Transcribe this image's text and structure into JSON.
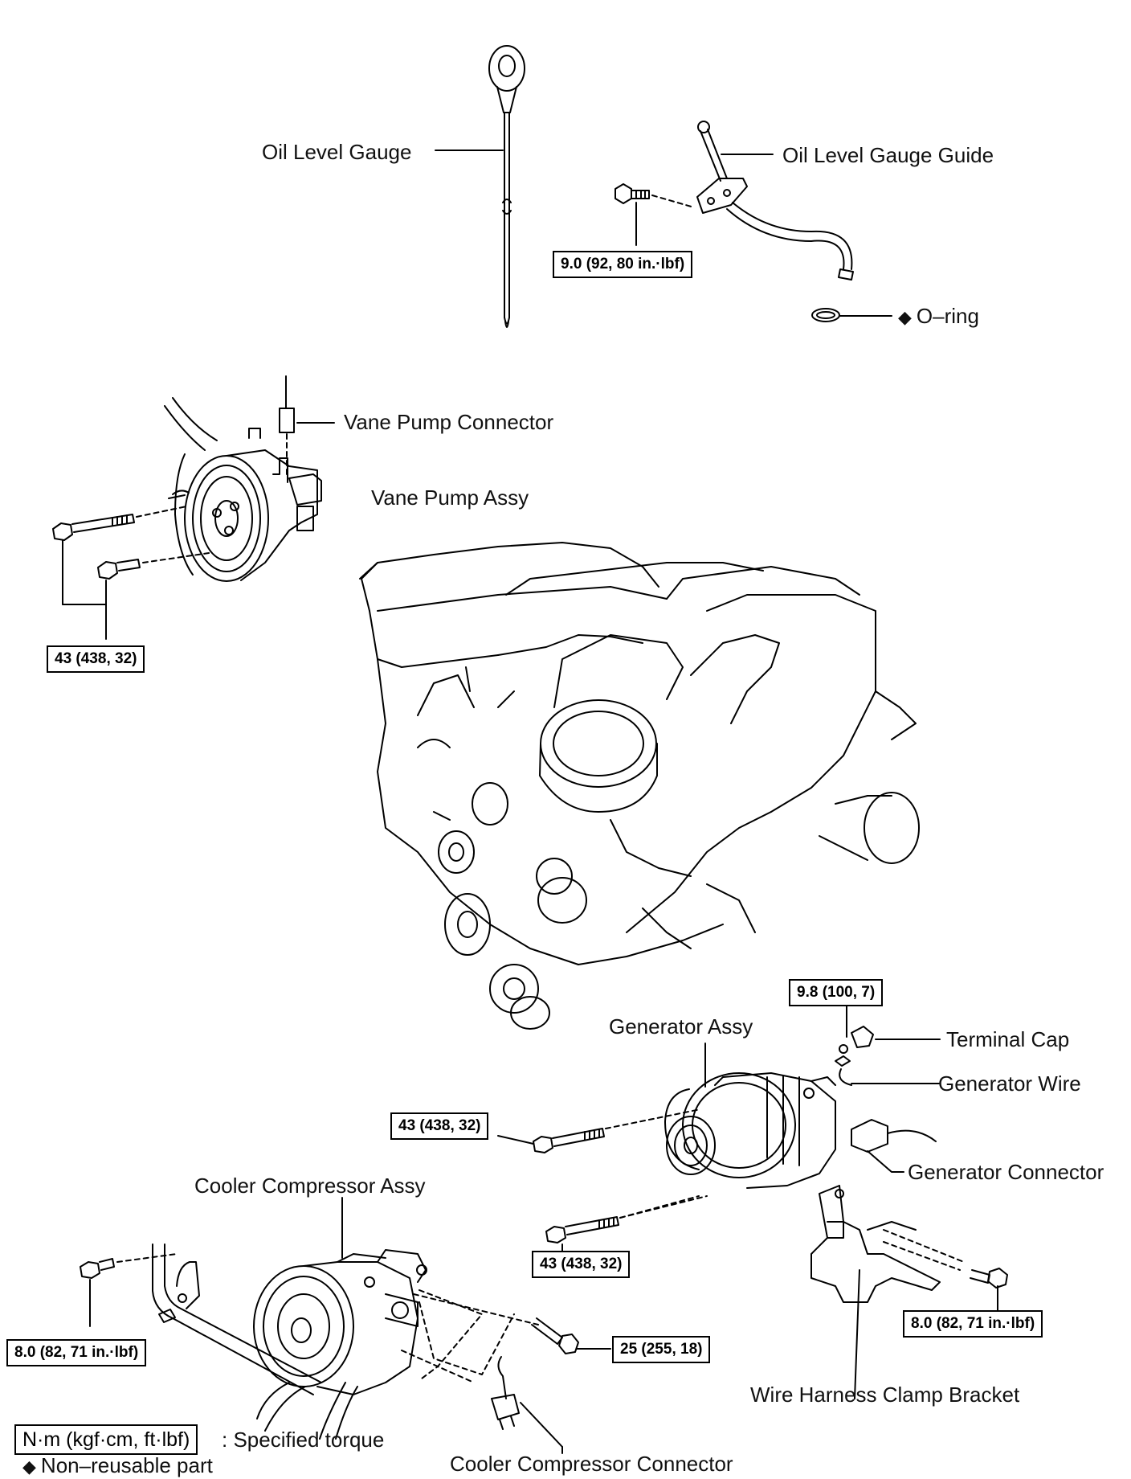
{
  "labels": {
    "oil_level_gauge": "Oil Level Gauge",
    "oil_level_gauge_guide": "Oil Level Gauge Guide",
    "o_ring": "O–ring",
    "vane_pump_connector": "Vane Pump Connector",
    "vane_pump_assy": "Vane Pump Assy",
    "generator_assy": "Generator Assy",
    "terminal_cap": "Terminal Cap",
    "generator_wire": "Generator Wire",
    "generator_connector": "Generator Connector",
    "cooler_compressor_assy": "Cooler Compressor Assy",
    "wire_harness_clamp_bracket": "Wire Harness Clamp Bracket",
    "cooler_compressor_connector": "Cooler Compressor Connector"
  },
  "torques": {
    "guide_bolt": "9.0 (92, 80 in.·lbf)",
    "vane_pump_bolts": "43 (438, 32)",
    "terminal_nut": "9.8 (100, 7)",
    "generator_upper_bolt": "43 (438, 32)",
    "generator_lower_bolt": "43 (438, 32)",
    "bracket_bolt": "8.0 (82, 71 in.·lbf)",
    "compressor_bolt": "25 (255, 18)",
    "pipe_clamp_bolt": "8.0 (82, 71 in.·lbf)"
  },
  "legend": {
    "unit_box": "N·m (kgf·cm, ft·lbf)",
    "unit_text": ": Specified torque",
    "non_reusable": "Non–reusable part"
  },
  "icons": {
    "diamond": "◆"
  }
}
